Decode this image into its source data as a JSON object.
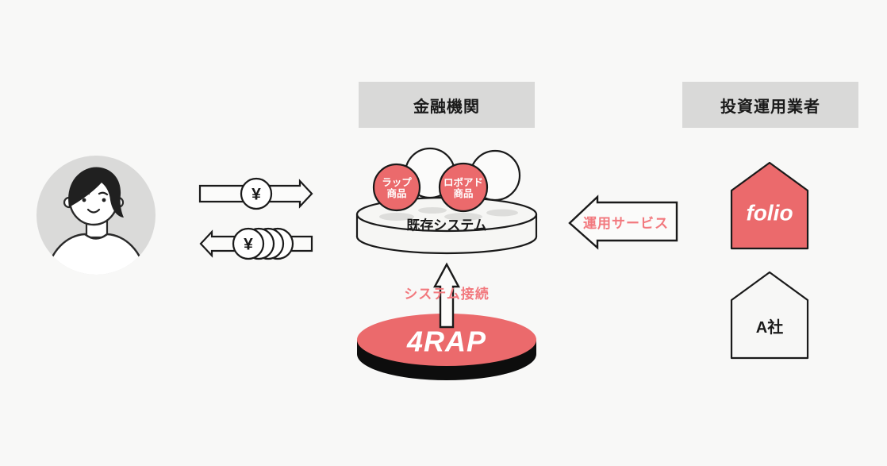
{
  "colors": {
    "bg": "#f8f8f7",
    "header-bg": "#d9d9d8",
    "red": "#EB6A6C",
    "pink": "#F2797E",
    "ink": "#1a1a1a",
    "shape-fill": "#fbfbfa",
    "disk-fill": "#f6f6f4",
    "avatar-bg": "#dadad9"
  },
  "headers": {
    "financial_institution": "金融機関",
    "investment_manager": "投資運用業者"
  },
  "flows": {
    "yen_in": "¥",
    "yen_out": "¥",
    "system_connection": "システム接続",
    "operation_service": "運用サービス"
  },
  "existing_system": {
    "label": "既存システム",
    "products": [
      {
        "line1": "ラップ",
        "line2": "商品"
      },
      {
        "line1": "ロボアド",
        "line2": "商品"
      }
    ]
  },
  "rap_platform": {
    "logo": "4RAP"
  },
  "providers": {
    "folio_logo": "folio",
    "company_a": "A社"
  }
}
